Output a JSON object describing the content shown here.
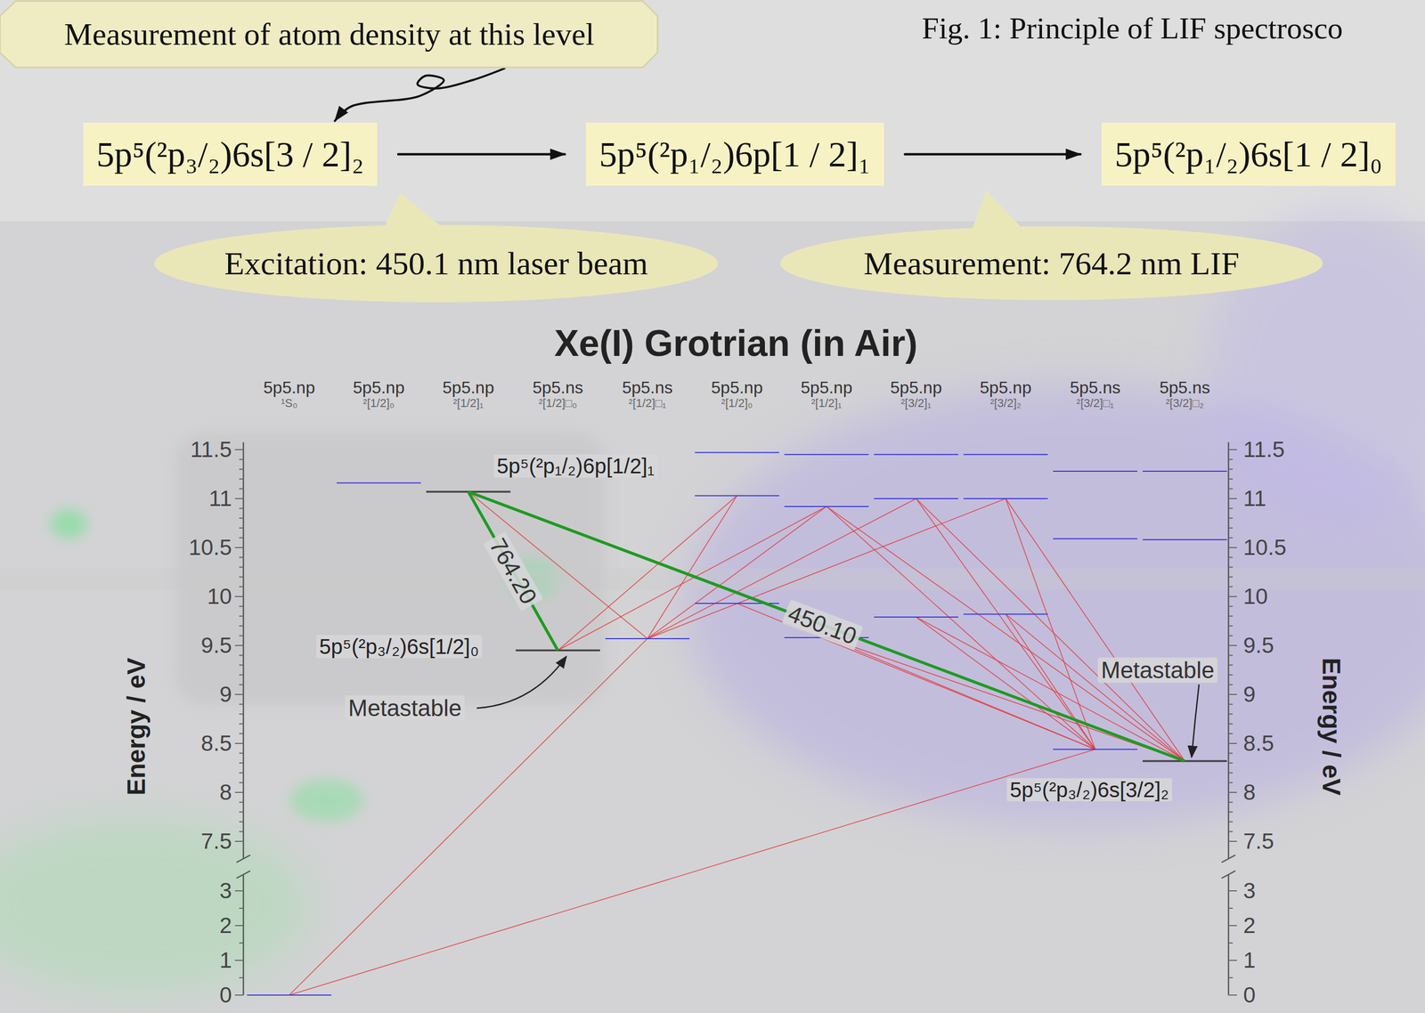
{
  "diagram": {
    "title": "Xe(I) Grotrian (in Air)",
    "caption": "Fig. 1: Principle of LIF spectrosco",
    "nodes": [
      {
        "text": [
          "Measurement of atom density at this level"
        ]
      },
      {
        "text": [
          "5p⁵(²p₃/₂)6s[3 / 2]₂"
        ]
      },
      {
        "text": [
          "5p⁵(²p₁/₂)6p[1 / 2]₁"
        ]
      },
      {
        "text": [
          "5p⁵(²p₁/₂)6s[1 / 2]₀"
        ]
      },
      {
        "text": [
          "Excitation: 450.1 nm laser beam"
        ]
      },
      {
        "text": [
          "Measurement: 764.2 nm LIF"
        ]
      }
    ],
    "edges": [
      {
        "from": 0,
        "to": 1,
        "arrow": "to"
      },
      {
        "from": 1,
        "to": 2,
        "arrow": "to"
      },
      {
        "from": 2,
        "to": 3,
        "arrow": "to"
      }
    ],
    "labels": [
      "5p5.np",
      "¹S₀",
      "5p5.np",
      "²[1/2]₀",
      "5p5.np",
      "²[1/2]₁",
      "5p5.ns",
      "²[1/2]□₀",
      "5p5.ns",
      "²[1/2]□₁",
      "5p5.np",
      "²[1/2]₀",
      "5p5.np",
      "²[1/2]₁",
      "5p5.np",
      "²[3/2]₁",
      "5p5.np",
      "²[3/2]₂",
      "5p5.ns",
      "²[3/2]□₁",
      "5p5.ns",
      "²[3/2]□₂",
      "11.5",
      "11",
      "10.5",
      "10",
      "9.5",
      "9",
      "8.5",
      "8",
      "7.5",
      "3",
      "2",
      "1",
      "0",
      "11.5",
      "11",
      "10.5",
      "10",
      "9.5",
      "9",
      "8.5",
      "8",
      "7.5",
      "3",
      "2",
      "1",
      "0",
      "Energy / eV",
      "Energy / eV",
      "5p⁵(²p₁/₂)6p[1/2]₁",
      "764.20",
      "450.10",
      "5p⁵(²p₃/₂)6s[1/2]₀",
      "Metastable",
      "Metastable",
      "5p⁵(²p₃/₂)6s[3/2]₂"
    ]
  }
}
